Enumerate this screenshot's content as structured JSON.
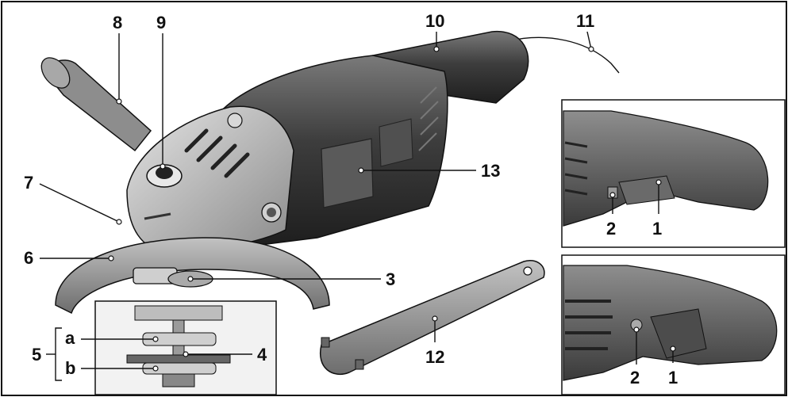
{
  "labels": {
    "l1": "1",
    "l1b": "1",
    "l2": "2",
    "l2b": "2",
    "l3": "3",
    "l4": "4",
    "l5": "5",
    "l6": "6",
    "l7": "7",
    "l8": "8",
    "l9": "9",
    "l10": "10",
    "l11": "11",
    "l12": "12",
    "l13": "13",
    "la": "a",
    "lb": "b"
  },
  "colors": {
    "body_dark": "#3a3a3a",
    "body_mid": "#6b6b6b",
    "body_light": "#b8b8b8",
    "guard": "#9a9a9a",
    "outline": "#111111"
  },
  "icons": {
    "tool": "angle-grinder-drawing",
    "spanner": "pin-spanner-drawing"
  }
}
